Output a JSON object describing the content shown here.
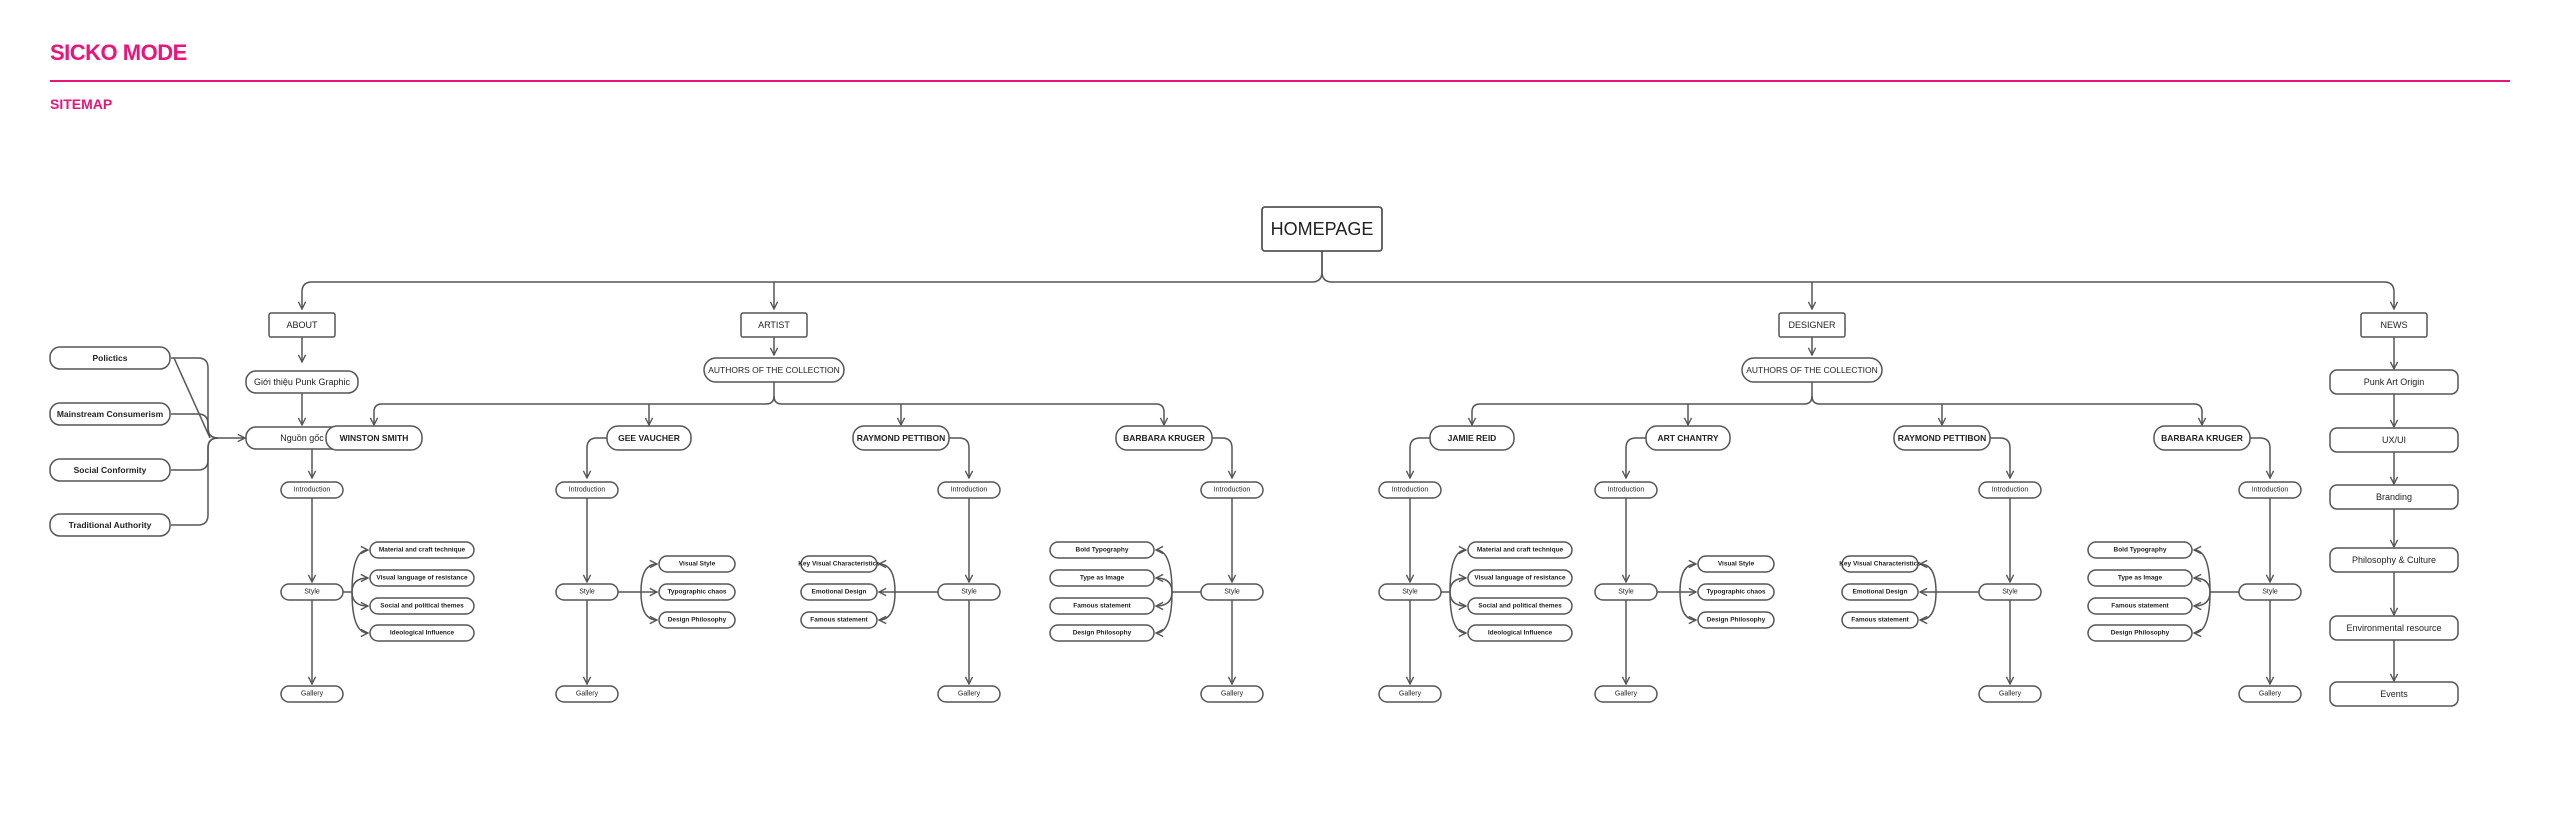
{
  "header": {
    "brand": "SICKO MODE",
    "section": "SITEMAP"
  },
  "sitemap": {
    "root": "HOMEPAGE",
    "about": {
      "label": "ABOUT",
      "intro": "Giới thiệu Punk Graphic",
      "origin": "Nguồn gốc",
      "topics": [
        "Polictics",
        "Mainstream Consumerism",
        "Social Conformity",
        "Traditional Authority"
      ]
    },
    "artist": {
      "label": "ARTIST",
      "authors": "AUTHORS OF THE COLLECTION",
      "people": [
        {
          "name": "WINSTON SMITH",
          "styles": [
            "Material and craft technique",
            "Visual language of resistance",
            "Social and political themes",
            "Ideological Influence"
          ]
        },
        {
          "name": "GEE VAUCHER",
          "styles": [
            "Visual Style",
            "Typographic chaos",
            "Design Philosophy"
          ]
        },
        {
          "name": "RAYMOND PETTIBON",
          "styles": [
            "Key Visual Characteristics",
            "Emotional Design",
            "Famous statement"
          ]
        },
        {
          "name": "BARBARA KRUGER",
          "styles": [
            "Bold Typography",
            "Type as Image",
            "Famous statement",
            "Design Philosophy"
          ]
        }
      ]
    },
    "designer": {
      "label": "DESIGNER",
      "authors": "AUTHORS OF THE COLLECTION",
      "people": [
        {
          "name": "JAMIE REID",
          "styles": [
            "Material and craft technique",
            "Visual language of resistance",
            "Social and political themes",
            "Ideological Influence"
          ]
        },
        {
          "name": "ART CHANTRY",
          "styles": [
            "Visual Style",
            "Typographic chaos",
            "Design Philosophy"
          ]
        },
        {
          "name": "RAYMOND PETTIBON",
          "styles": [
            "Key Visual Characteristics",
            "Emotional Design",
            "Famous statement"
          ]
        },
        {
          "name": "BARBARA KRUGER",
          "styles": [
            "Bold Typography",
            "Type as Image",
            "Famous statement",
            "Design Philosophy"
          ]
        }
      ]
    },
    "news": {
      "label": "NEWS",
      "items": [
        "Punk Art Origin",
        "UX/UI",
        "Branding",
        "Philosophy & Culture",
        "Environmental resource",
        "Events"
      ]
    },
    "common": {
      "introduction": "Introduction",
      "style": "Style",
      "gallery": "Gallery"
    }
  }
}
